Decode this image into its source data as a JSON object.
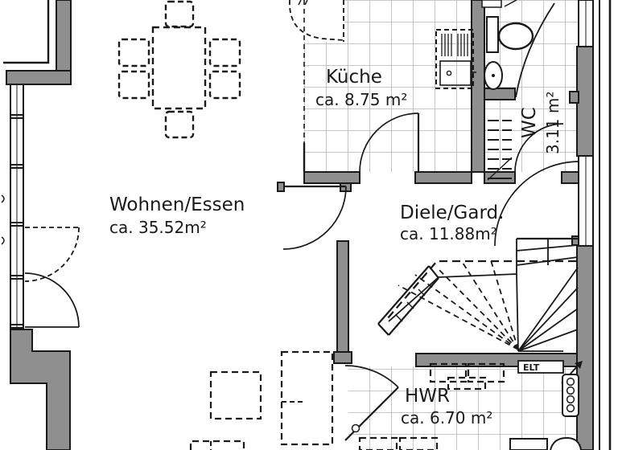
{
  "plan": {
    "rooms": {
      "kueche": {
        "name": "Küche",
        "area": "ca. 8.75 m²"
      },
      "wc": {
        "name": "WC",
        "area": "3.11 m²"
      },
      "wohnen": {
        "name": "Wohnen/Essen",
        "area": "ca. 35.52m²"
      },
      "diele": {
        "name": "Diele/Gard.",
        "area": "ca. 11.88m²"
      },
      "hwr": {
        "name": "HWR",
        "area": "ca. 6.70 m²"
      }
    },
    "annotations": {
      "elt_label": "ELT"
    },
    "colors": {
      "wall_fill": "#8f8f8f",
      "line": "#1a1a1a",
      "tile_grid": "#b5b5b5",
      "background": "#ffffff"
    }
  }
}
